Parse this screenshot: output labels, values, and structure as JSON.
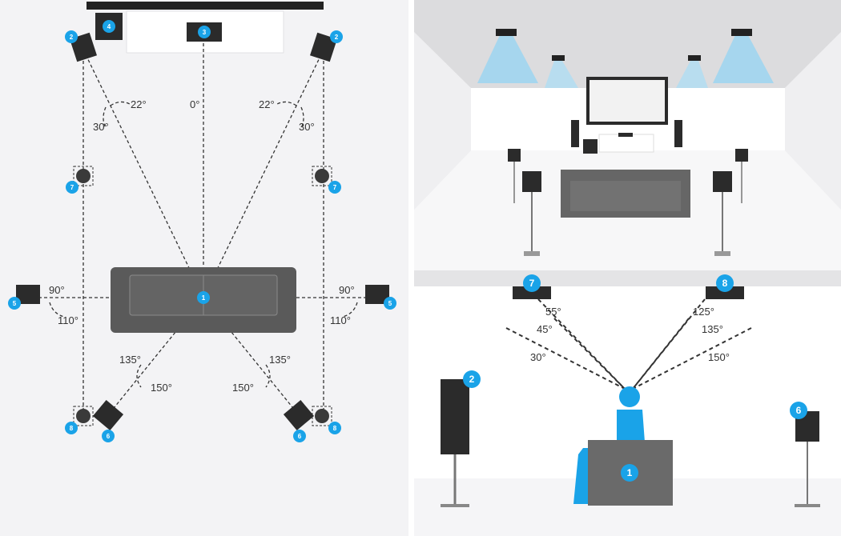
{
  "colors": {
    "accent": "#1aa3e8",
    "speaker": "#2b2b2b",
    "sofa": "#5a5a5a",
    "background": "#f3f3f5"
  },
  "top_view": {
    "badges": {
      "listener": "1",
      "front_left": "2",
      "front_right": "2",
      "center": "3",
      "subwoofer": "4",
      "side_left": "5",
      "side_right": "5",
      "rear_left": "6",
      "rear_right": "6",
      "mid_left": "7",
      "mid_right": "7",
      "back_left": "8",
      "back_right": "8"
    },
    "angles": {
      "center": "0°",
      "front_inner_left": "22°",
      "front_outer_left": "30°",
      "front_inner_right": "22°",
      "front_outer_right": "30°",
      "side_inner_left": "90°",
      "side_outer_left": "110°",
      "side_inner_right": "90°",
      "side_outer_right": "110°",
      "rear_inner_left": "135°",
      "rear_outer_left": "150°",
      "rear_inner_right": "135°",
      "rear_outer_right": "150°"
    }
  },
  "side_view": {
    "badges": {
      "ceiling_front": "7",
      "ceiling_rear": "8",
      "front_speaker": "2",
      "rear_speaker": "6",
      "listener_seat": "1"
    },
    "angles": {
      "front_55": "55°",
      "front_45": "45°",
      "front_30": "30°",
      "rear_125": "125°",
      "rear_135": "135°",
      "rear_150": "150°"
    }
  }
}
